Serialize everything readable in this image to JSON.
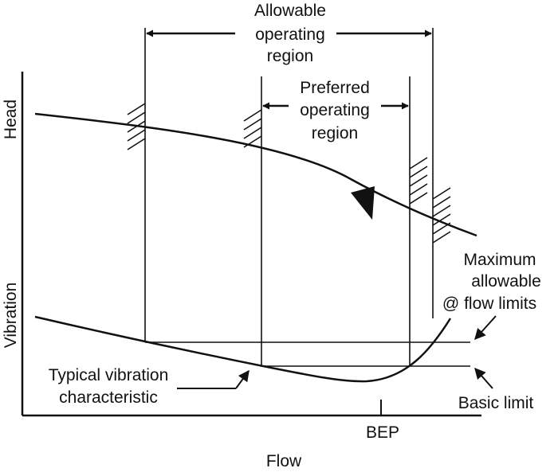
{
  "axes": {
    "head": "Head",
    "vibration": "Vibration",
    "flow": "Flow"
  },
  "regions": {
    "allowable": [
      "Allowable",
      "operating",
      "region"
    ],
    "preferred": [
      "Preferred",
      "operating",
      "region"
    ]
  },
  "annotations": {
    "max_allowable": [
      "Maximum",
      "allowable",
      "@ flow limits"
    ],
    "typical_vibration": [
      "Typical vibration",
      "characteristic"
    ],
    "basic_limit": "Basic limit",
    "bep": "BEP"
  },
  "colors": {
    "ink": "#111111",
    "background": "#ffffff"
  }
}
